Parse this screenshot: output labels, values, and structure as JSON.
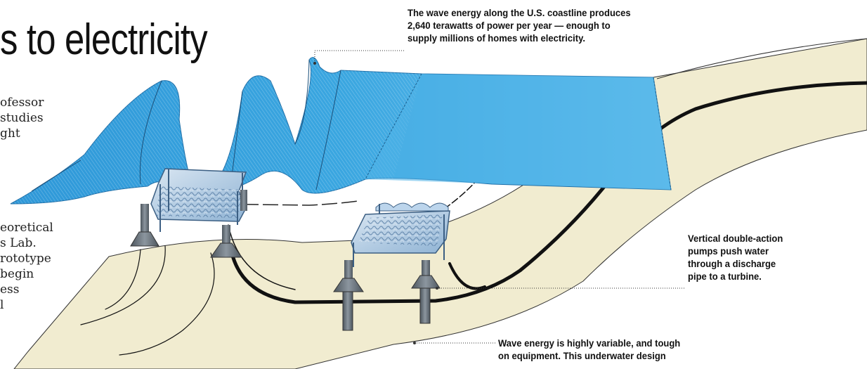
{
  "title": "s to electricity",
  "intro_text": [
    "ofessor",
    "studies",
    "ght"
  ],
  "lab_text": [
    "eoretical",
    "s Lab.",
    "rototype",
    "begin",
    "ess",
    "l"
  ],
  "callouts": {
    "wave_energy": [
      "The wave energy along the U.S. coastline produces",
      "2,640 terawatts of power per year — enough to",
      "supply millions of homes with electricity."
    ],
    "pumps": [
      "Vertical double-action",
      "pumps push water",
      "through a discharge",
      "pipe to a turbine."
    ],
    "variable": [
      "Wave energy is highly variable, and tough",
      "on equipment. This underwater design"
    ]
  },
  "colors": {
    "wave_blue": "#3aa6e0",
    "wave_light": "#9fd8f5",
    "seabed": "#f1ecd0",
    "pipe": "#111111",
    "pump_steel": "#6d7780"
  }
}
